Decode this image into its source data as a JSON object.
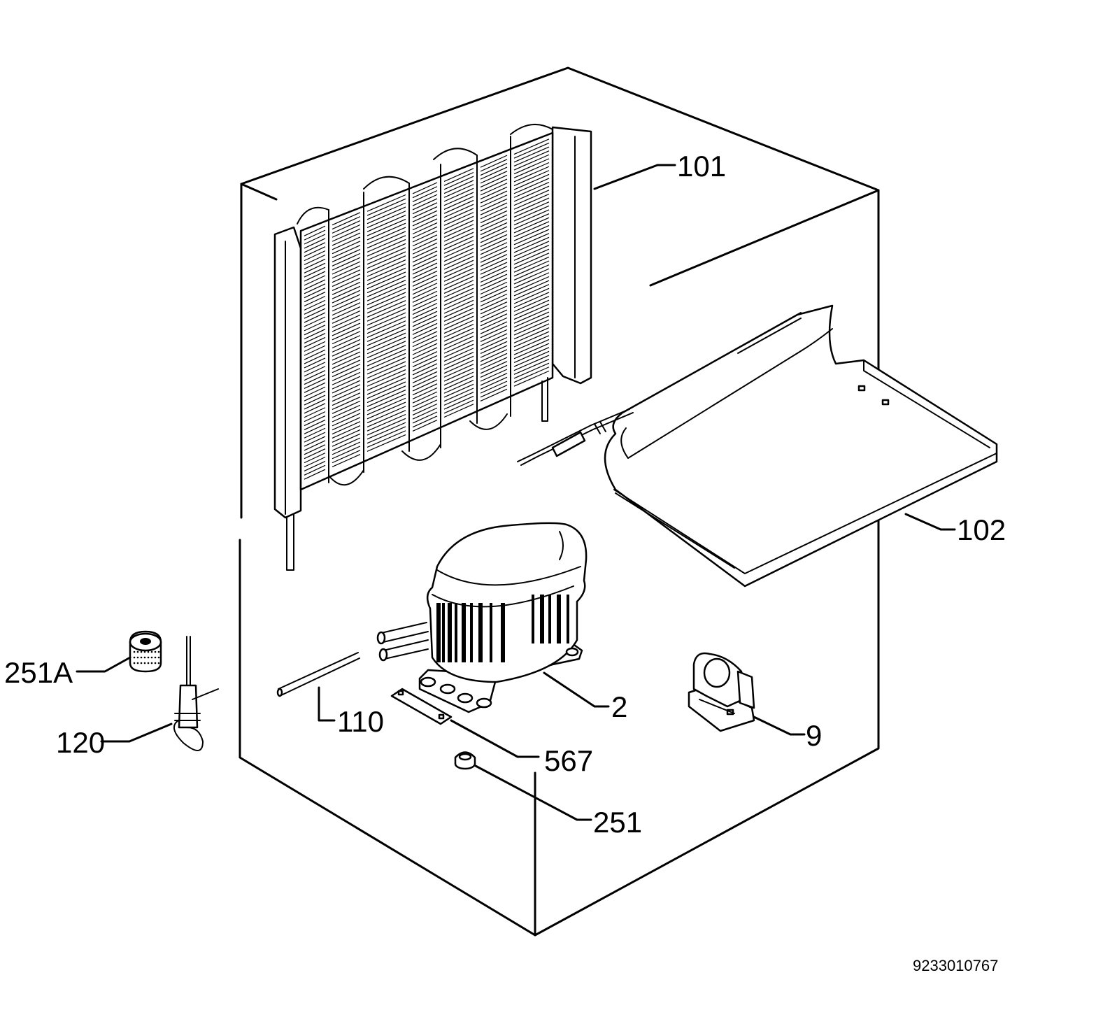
{
  "callouts": [
    {
      "id": "101",
      "label": "101"
    },
    {
      "id": "102",
      "label": "102"
    },
    {
      "id": "2",
      "label": "2"
    },
    {
      "id": "9",
      "label": "9"
    },
    {
      "id": "110",
      "label": "110"
    },
    {
      "id": "567",
      "label": "567"
    },
    {
      "id": "251",
      "label": "251"
    },
    {
      "id": "251A",
      "label": "251A"
    },
    {
      "id": "120",
      "label": "120"
    }
  ],
  "document_id": "9233010767",
  "colors": {
    "ink": "#000000",
    "paper": "#ffffff"
  }
}
